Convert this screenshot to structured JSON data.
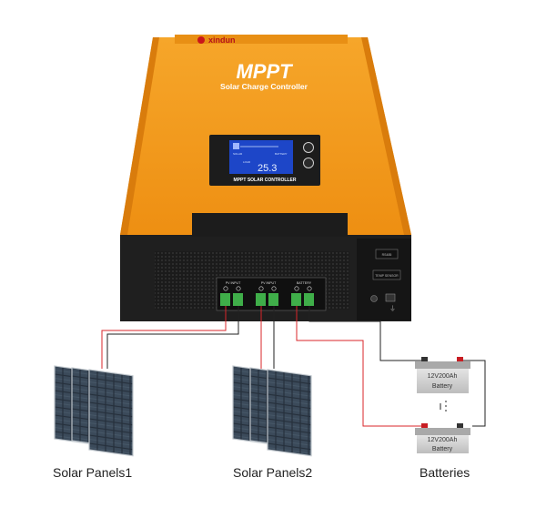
{
  "device": {
    "brand": "xindun",
    "title": "MPPT",
    "subtitle": "Solar Charge Controller",
    "lcd_value": "25.3",
    "lcd_solar": "SOLAR",
    "lcd_battery": "BATTERY",
    "lcd_load": "LOAD",
    "display_label": "MPPT SOLAR CONTROLLER",
    "port_label_1": "RS485",
    "port_label_2": "TEMP SENSOR",
    "terminal_labels": [
      "PV INPUT",
      "PV INPUT",
      "BATTERY"
    ]
  },
  "batteries": {
    "battery_1": {
      "capacity": "12V200Ah",
      "label": "Battery"
    },
    "battery_2": {
      "capacity": "12V200Ah",
      "label": "Battery"
    }
  },
  "captions": {
    "solar_panels_1": "Solar Panels1",
    "solar_panels_2": "Solar Panels2",
    "batteries": "Batteries"
  },
  "colors": {
    "housing_orange": "#f39a1c",
    "housing_dark": "#1f1f1f",
    "terminal_green": "#3fae49",
    "lcd_blue": "#1d46c8",
    "wire_red": "#d8262a",
    "wire_black": "#222222"
  }
}
